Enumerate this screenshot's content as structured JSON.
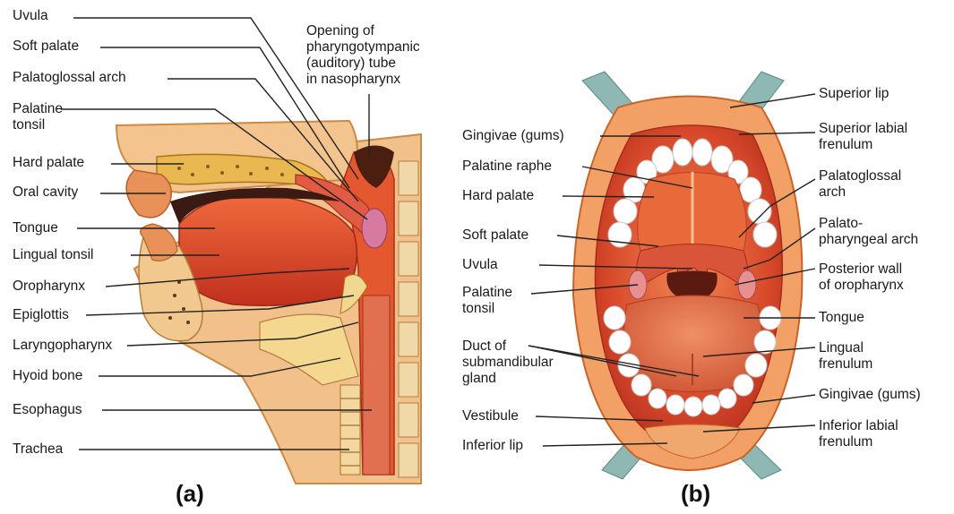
{
  "panel_a": {
    "caption": "(a)",
    "labels": {
      "uvula": "Uvula",
      "soft_palate": "Soft palate",
      "palatoglossal_arch": "Palatoglossal arch",
      "palatine_tonsil": "Palatine\ntonsil",
      "opening": "Opening of\npharyngotympanic\n(auditory) tube\nin nasopharynx",
      "hard_palate": "Hard palate",
      "oral_cavity": "Oral cavity",
      "tongue": "Tongue",
      "lingual_tonsil": "Lingual tonsil",
      "oropharynx": "Oropharynx",
      "epiglottis": "Epiglottis",
      "laryngopharynx": "Laryngopharynx",
      "hyoid_bone": "Hyoid bone",
      "esophagus": "Esophagus",
      "trachea": "Trachea"
    }
  },
  "panel_b": {
    "caption": "(b)",
    "labels": {
      "gingivae_upper": "Gingivae (gums)",
      "palatine_raphe": "Palatine raphe",
      "hard_palate": "Hard palate",
      "soft_palate": "Soft palate",
      "uvula": "Uvula",
      "palatine_tonsil": "Palatine\ntonsil",
      "duct": "Duct of\nsubmandibular\ngland",
      "vestibule": "Vestibule",
      "inferior_lip": "Inferior lip",
      "superior_lip": "Superior lip",
      "superior_labial_frenulum": "Superior labial\nfrenulum",
      "palatoglossal_arch": "Palatoglossal\narch",
      "palatopharyngeal_arch": "Palato-\npharyngeal arch",
      "posterior_wall": "Posterior wall\nof oropharynx",
      "tongue": "Tongue",
      "lingual_frenulum": "Lingual\nfrenulum",
      "gingivae_lower": "Gingivae (gums)",
      "inferior_labial_frenulum": "Inferior labial\nfrenulum"
    }
  },
  "colors": {
    "tissue_red": "#d8452a",
    "tissue_light": "#f0a36a",
    "skin": "#f2b27a",
    "bone": "#e6b24a",
    "teeth": "#ffffff",
    "retractor": "#8fb8b5",
    "leader_line": "#222222"
  }
}
